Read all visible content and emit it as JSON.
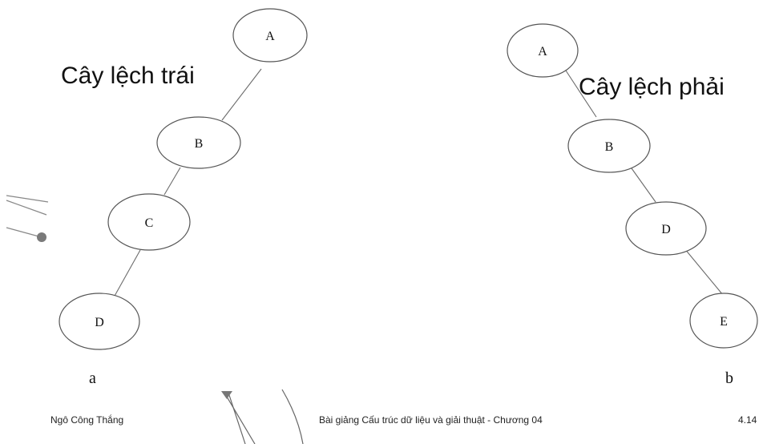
{
  "diagrams": {
    "left": {
      "caption": "Cây lệch trái",
      "sublabel": "a",
      "nodes": [
        "A",
        "B",
        "C",
        "D"
      ]
    },
    "right": {
      "caption": "Cây lệch phải",
      "sublabel": "b",
      "nodes": [
        "A",
        "B",
        "D",
        "E"
      ]
    }
  },
  "footer": {
    "author": "Ngô Công Thắng",
    "course": "Bài giảng Cấu trúc dữ liệu và giải thuật  -  Chương 04",
    "page": "4.14"
  },
  "colors": {
    "node_stroke": "#555555",
    "edge": "#6b6b6b",
    "decoration": "#777777"
  }
}
